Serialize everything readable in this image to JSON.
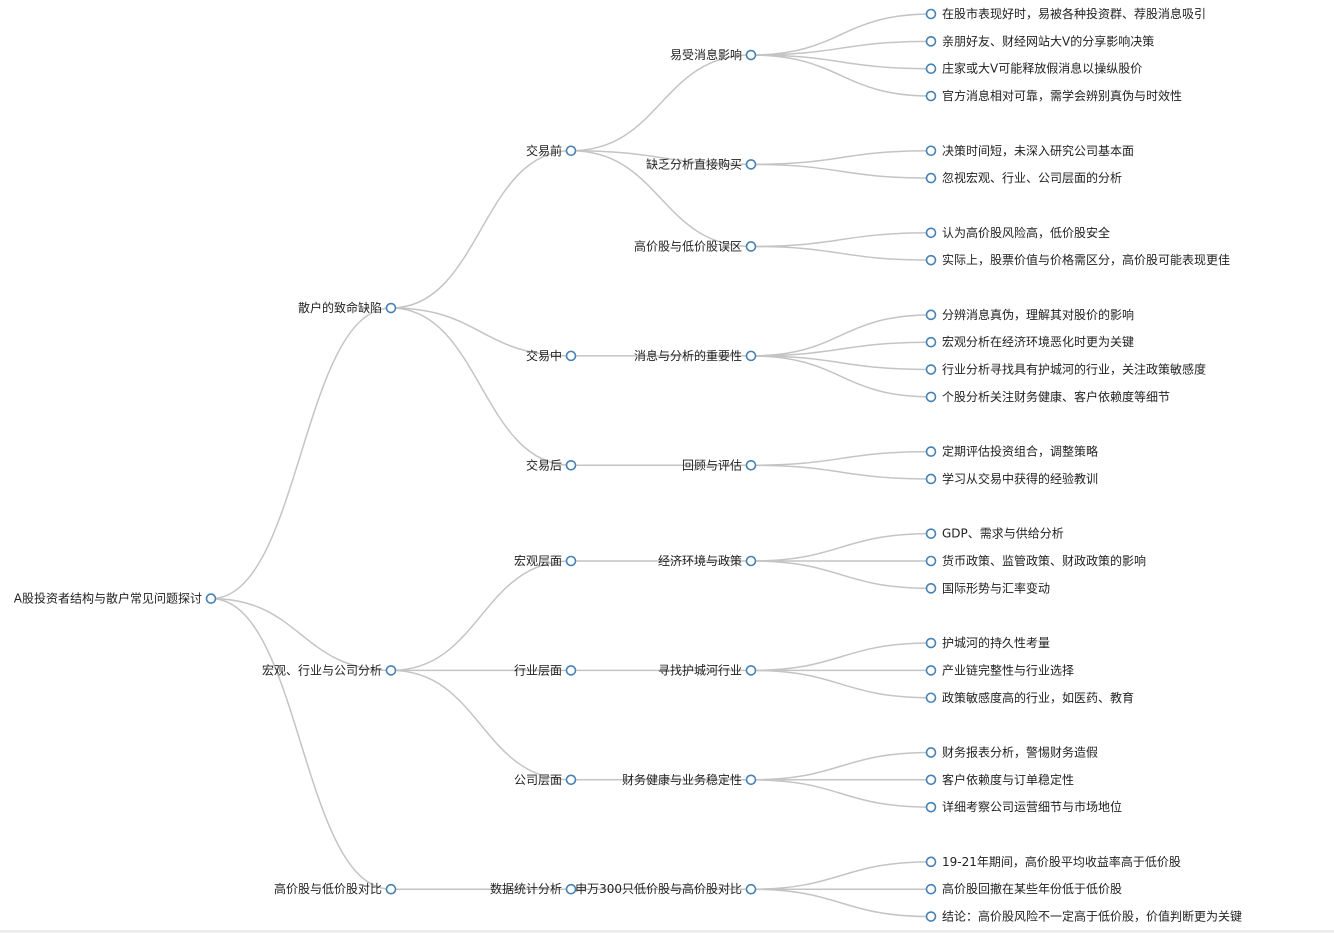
{
  "colors": {
    "link": "#c4c4c4",
    "node_stroke": "#4682b4",
    "node_fill": "#ffffff",
    "text": "#222222"
  },
  "tree": {
    "name": "A股投资者结构与散户常见问题探讨",
    "children": [
      {
        "name": "散户的致命缺陷",
        "children": [
          {
            "name": "交易前",
            "children": [
              {
                "name": "易受消息影响",
                "children": [
                  {
                    "name": "在股市表现好时，易被各种投资群、荐股消息吸引"
                  },
                  {
                    "name": "亲朋好友、财经网站大V的分享影响决策"
                  },
                  {
                    "name": "庄家或大V可能释放假消息以操纵股价"
                  },
                  {
                    "name": "官方消息相对可靠，需学会辨别真伪与时效性"
                  }
                ]
              },
              {
                "name": "缺乏分析直接购买",
                "children": [
                  {
                    "name": "决策时间短，未深入研究公司基本面"
                  },
                  {
                    "name": "忽视宏观、行业、公司层面的分析"
                  }
                ]
              },
              {
                "name": "高价股与低价股误区",
                "children": [
                  {
                    "name": "认为高价股风险高，低价股安全"
                  },
                  {
                    "name": "实际上，股票价值与价格需区分，高价股可能表现更佳"
                  }
                ]
              }
            ]
          },
          {
            "name": "交易中",
            "children": [
              {
                "name": "消息与分析的重要性",
                "children": [
                  {
                    "name": "分辨消息真伪，理解其对股价的影响"
                  },
                  {
                    "name": "宏观分析在经济环境恶化时更为关键"
                  },
                  {
                    "name": "行业分析寻找具有护城河的行业，关注政策敏感度"
                  },
                  {
                    "name": "个股分析关注财务健康、客户依赖度等细节"
                  }
                ]
              }
            ]
          },
          {
            "name": "交易后",
            "children": [
              {
                "name": "回顾与评估",
                "children": [
                  {
                    "name": "定期评估投资组合，调整策略"
                  },
                  {
                    "name": "学习从交易中获得的经验教训"
                  }
                ]
              }
            ]
          }
        ]
      },
      {
        "name": "宏观、行业与公司分析",
        "children": [
          {
            "name": "宏观层面",
            "children": [
              {
                "name": "经济环境与政策",
                "children": [
                  {
                    "name": "GDP、需求与供给分析"
                  },
                  {
                    "name": "货币政策、监管政策、财政政策的影响"
                  },
                  {
                    "name": "国际形势与汇率变动"
                  }
                ]
              }
            ]
          },
          {
            "name": "行业层面",
            "children": [
              {
                "name": "寻找护城河行业",
                "children": [
                  {
                    "name": "护城河的持久性考量"
                  },
                  {
                    "name": "产业链完整性与行业选择"
                  },
                  {
                    "name": "政策敏感度高的行业，如医药、教育"
                  }
                ]
              }
            ]
          },
          {
            "name": "公司层面",
            "children": [
              {
                "name": "财务健康与业务稳定性",
                "children": [
                  {
                    "name": "财务报表分析，警惕财务造假"
                  },
                  {
                    "name": "客户依赖度与订单稳定性"
                  },
                  {
                    "name": "详细考察公司运营细节与市场地位"
                  }
                ]
              }
            ]
          }
        ]
      },
      {
        "name": "高价股与低价股对比",
        "children": [
          {
            "name": "数据统计分析",
            "children": [
              {
                "name": "申万300只低价股与高价股对比",
                "children": [
                  {
                    "name": "19-21年期间，高价股平均收益率高于低价股"
                  },
                  {
                    "name": "高价股回撤在某些年份低于低价股"
                  },
                  {
                    "name": "结论：高价股风险不一定高于低价股，价值判断更为关键"
                  }
                ]
              }
            ]
          }
        ]
      }
    ]
  }
}
